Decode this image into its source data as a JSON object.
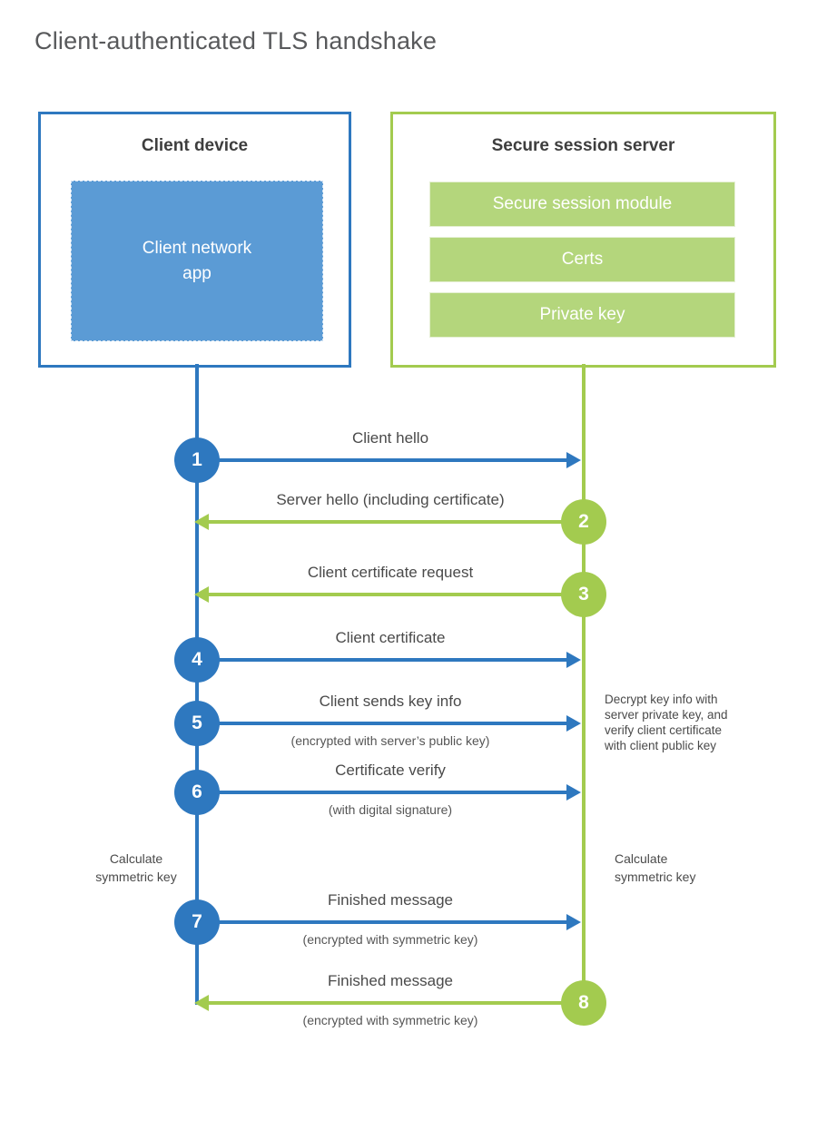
{
  "title": "Client-authenticated TLS handshake",
  "colors": {
    "blue": "#2e78bf",
    "blue_fill": "#5b9bd5",
    "blue_dash": "#cfe1f2",
    "green": "#a3cb4f",
    "green_fill": "#b4d67c",
    "green_bar_border": "#e4efd2",
    "text_dark": "#3e3e3e",
    "text": "#4a4a4a",
    "text_light": "#555555",
    "title_gray": "#58595b"
  },
  "client": {
    "title": "Client device",
    "app_label": "Client network\napp"
  },
  "server": {
    "title": "Secure session server",
    "modules": [
      "Secure session module",
      "Certs",
      "Private key"
    ]
  },
  "steps": [
    {
      "num": "1",
      "actor": "client",
      "direction": "right",
      "label": "Client hello",
      "sublabel": ""
    },
    {
      "num": "2",
      "actor": "server",
      "direction": "left",
      "label": "Server hello (including certificate)",
      "sublabel": ""
    },
    {
      "num": "3",
      "actor": "server",
      "direction": "left",
      "label": "Client certificate request",
      "sublabel": ""
    },
    {
      "num": "4",
      "actor": "client",
      "direction": "right",
      "label": "Client certificate",
      "sublabel": ""
    },
    {
      "num": "5",
      "actor": "client",
      "direction": "right",
      "label": "Client sends key info",
      "sublabel": "(encrypted with server’s public key)"
    },
    {
      "num": "6",
      "actor": "client",
      "direction": "right",
      "label": "Certificate verify",
      "sublabel": "(with digital signature)"
    },
    {
      "num": "7",
      "actor": "client",
      "direction": "right",
      "label": "Finished message",
      "sublabel": "(encrypted with symmetric key)"
    },
    {
      "num": "8",
      "actor": "server",
      "direction": "left",
      "label": "Finished message",
      "sublabel": "(encrypted with symmetric key)"
    }
  ],
  "annotations": {
    "decrypt_note": "Decrypt key info with\nserver private key, and\nverify client certificate\nwith client public key",
    "calc_left": "Calculate\nsymmetric key",
    "calc_right": "Calculate\nsymmetric key"
  }
}
